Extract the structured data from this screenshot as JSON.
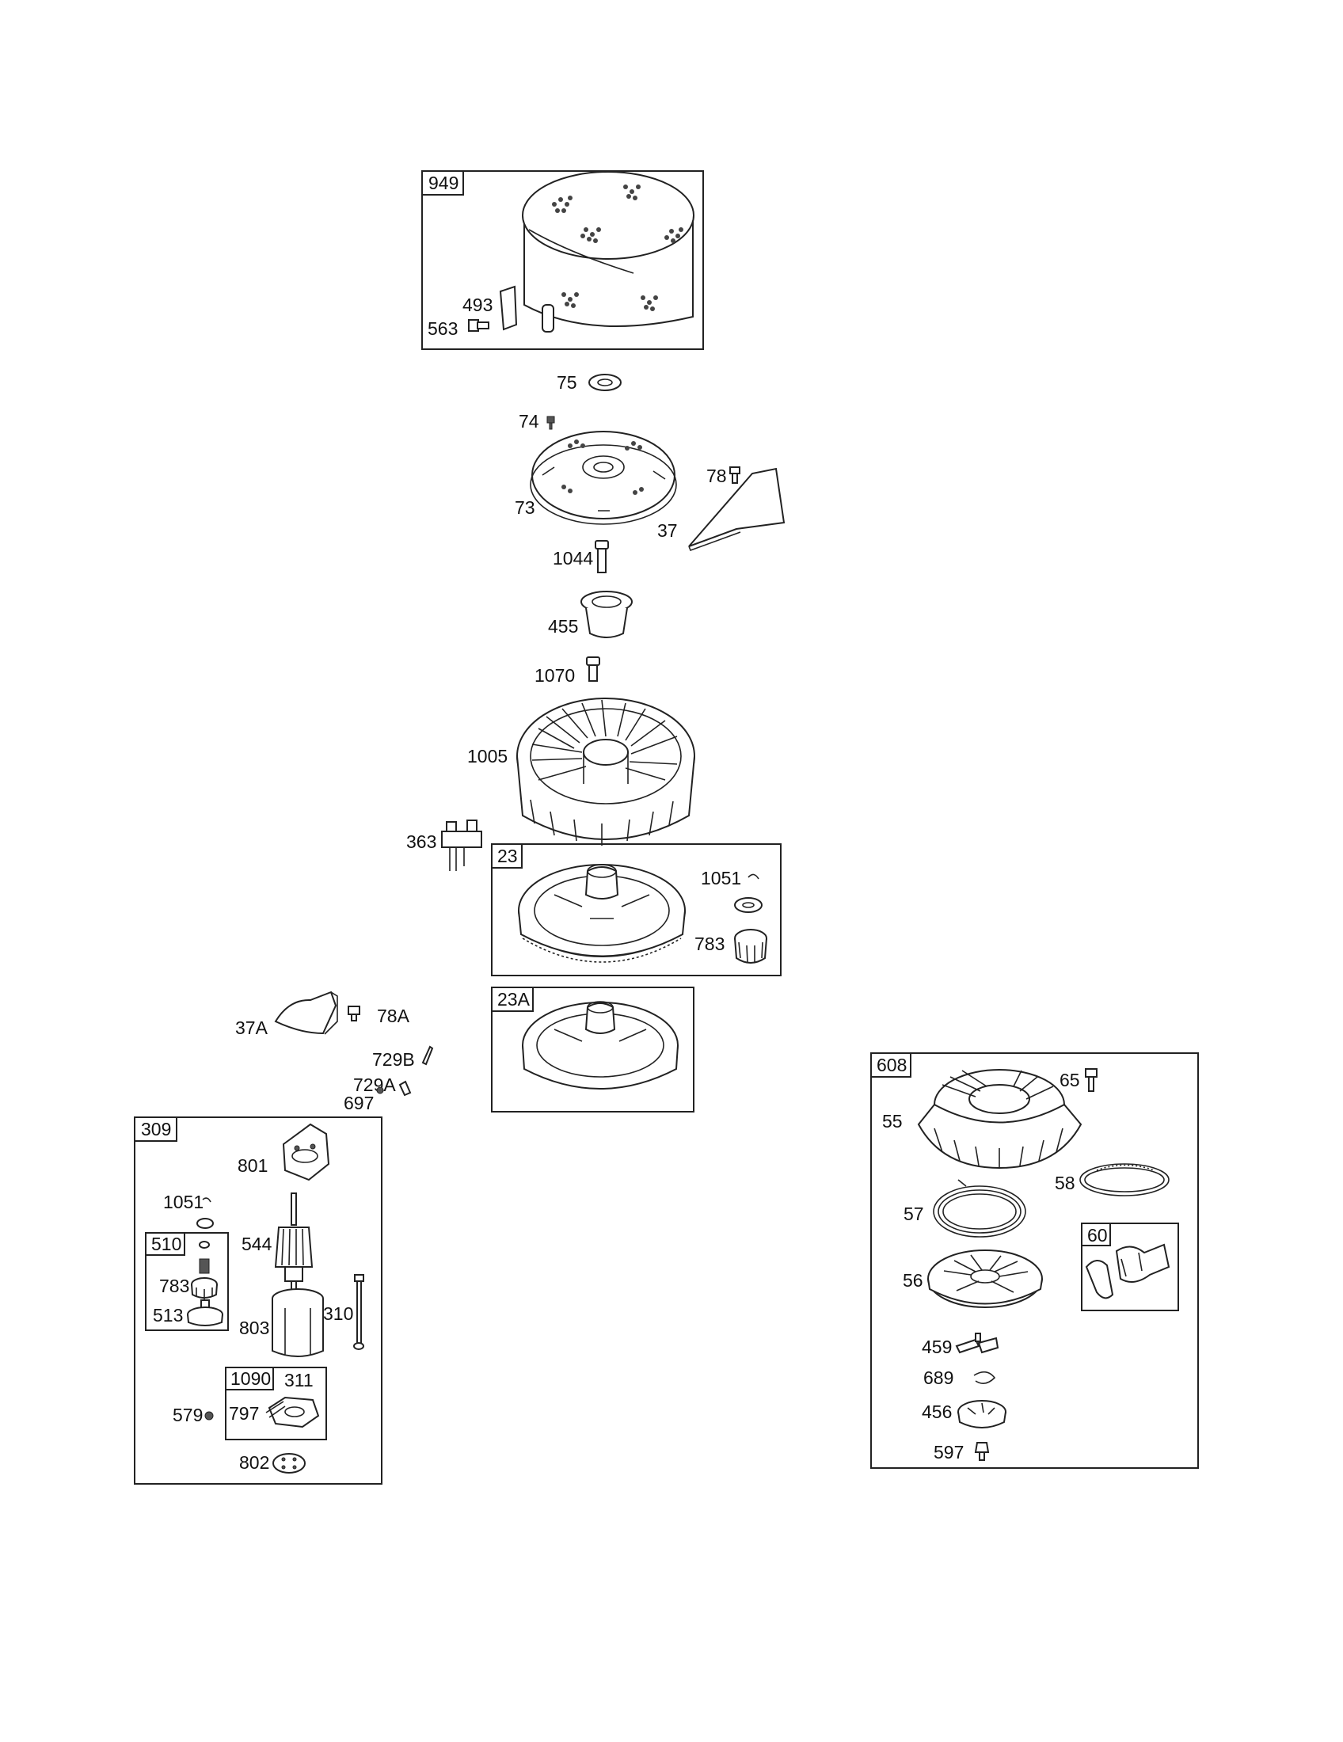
{
  "groups": {
    "g949": "949",
    "g23": "23",
    "g23a": "23A",
    "g309": "309",
    "g510": "510",
    "g1090": "1090",
    "g608": "608",
    "g60": "60"
  },
  "labels": {
    "l493": "493",
    "l563": "563",
    "l75": "75",
    "l74": "74",
    "l78": "78",
    "l73": "73",
    "l37": "37",
    "l1044": "1044",
    "l455": "455",
    "l1070": "1070",
    "l1005": "1005",
    "l363": "363",
    "l1051a": "1051",
    "l783a": "783",
    "l37a": "37A",
    "l78a": "78A",
    "l729b": "729B",
    "l729a": "729A",
    "l697": "697",
    "l801": "801",
    "l1051b": "1051",
    "l544": "544",
    "l783b": "783",
    "l513": "513",
    "l803": "803",
    "l310": "310",
    "l311": "311",
    "l797": "797",
    "l579": "579",
    "l802": "802",
    "l65": "65",
    "l55": "55",
    "l58": "58",
    "l57": "57",
    "l56": "56",
    "l459": "459",
    "l689": "689",
    "l456": "456",
    "l597": "597"
  }
}
